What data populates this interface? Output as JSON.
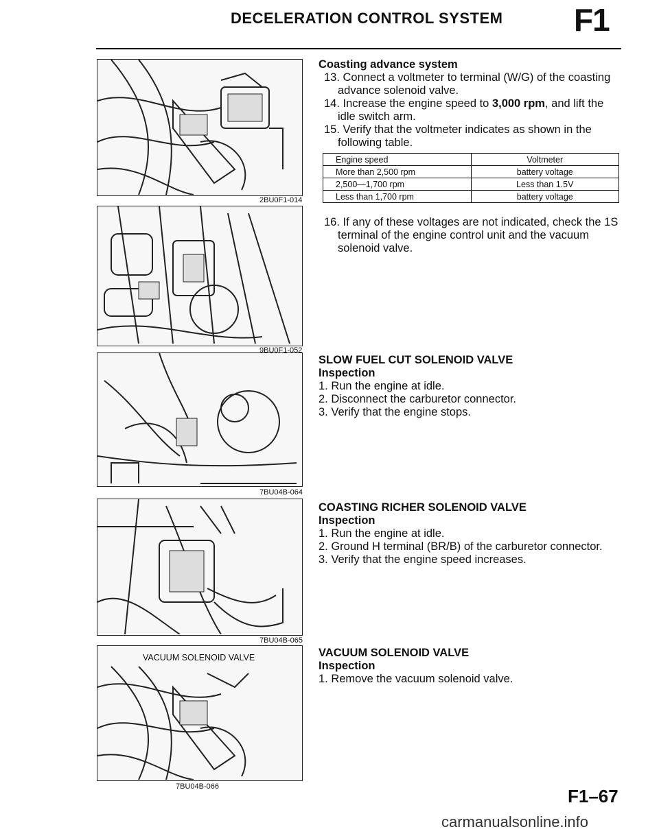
{
  "header": {
    "title": "DECELERATION CONTROL SYSTEM",
    "section": "F1"
  },
  "figures": [
    {
      "code": "2BU0F1-014",
      "label": ""
    },
    {
      "code": "9BU0F1-052",
      "label": ""
    },
    {
      "code": "7BU04B-064",
      "label": ""
    },
    {
      "code": "7BU04B-065",
      "label": ""
    },
    {
      "code": "7BU04B-066",
      "label": "VACUUM SOLENOID VALVE"
    }
  ],
  "coasting": {
    "heading": "Coasting advance system",
    "step13": "13. Connect a voltmeter to terminal (W/G) of the coasting advance solenoid valve.",
    "step14_pre": "14. Increase the engine speed to ",
    "step14_bold": "3,000 rpm",
    "step14_post": ", and lift the idle switch arm.",
    "step15": "15. Verify that the voltmeter indicates as shown in the following table.",
    "step16": "16. If any of these voltages are not indicated, check the 1S terminal of the engine control unit and the vacuum solenoid valve."
  },
  "table": {
    "headers": [
      "Engine speed",
      "Voltmeter"
    ],
    "rows": [
      [
        "More than 2,500 rpm",
        "battery voltage"
      ],
      [
        "2,500—1,700 rpm",
        "Less than 1.5V"
      ],
      [
        "Less than 1,700 rpm",
        "battery voltage"
      ]
    ]
  },
  "slow_fuel": {
    "title": "SLOW FUEL CUT SOLENOID VALVE",
    "subtitle": "Inspection",
    "steps": [
      "1. Run the engine at idle.",
      "2. Disconnect the carburetor connector.",
      "3. Verify that the engine stops."
    ]
  },
  "coasting_richer": {
    "title": "COASTING RICHER SOLENOID VALVE",
    "subtitle": "Inspection",
    "steps": [
      "1. Run the engine at idle.",
      "2. Ground H terminal (BR/B) of the carburetor connector.",
      "3. Verify that the engine speed increases."
    ]
  },
  "vacuum": {
    "title": "VACUUM SOLENOID VALVE",
    "subtitle": "Inspection",
    "steps": [
      "1. Remove the vacuum solenoid valve."
    ]
  },
  "footer": {
    "page_number": "F1–67",
    "watermark": "carmanualsonline.info"
  }
}
